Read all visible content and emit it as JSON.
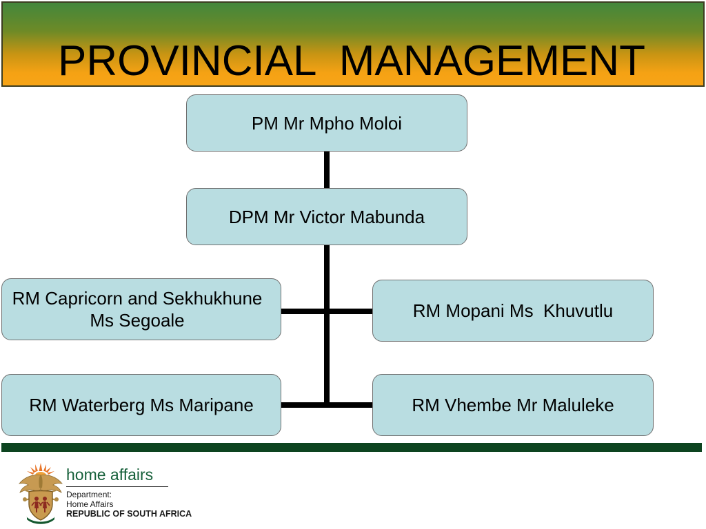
{
  "header": {
    "title": "PROVINCIAL  MANAGEMENT",
    "gradient_top_color": "#43873c",
    "gradient_bottom_color": "#f5a214",
    "border_color": "#3c3c20",
    "title_color": "#000000"
  },
  "chart": {
    "node_fill_color": "#b9dde1",
    "node_border_color": "#6f6f6f",
    "connector_color": "#000000",
    "nodes": [
      {
        "id": "pm",
        "label": "PM Mr Mpho Moloi",
        "level": 1
      },
      {
        "id": "dpm",
        "label": "DPM Mr Victor Mabunda",
        "level": 2
      },
      {
        "id": "capricorn",
        "label": "RM Capricorn and Sekhukhune\nMs Segoale",
        "level": 3
      },
      {
        "id": "mopani",
        "label": "RM Mopani Ms  Khuvutlu",
        "level": 3
      },
      {
        "id": "waterberg",
        "label": "RM Waterberg Ms Maripane",
        "level": 4
      },
      {
        "id": "vhembe",
        "label": "RM Vhembe Mr Maluleke",
        "level": 4
      }
    ]
  },
  "footer": {
    "rule_color": "#0d4420",
    "brand": "home affairs",
    "brand_color": "#16603a",
    "department_label": "Department:",
    "department_name": "Home Affairs",
    "country": "REPUBLIC OF SOUTH AFRICA",
    "logo_name": "south-african-coat-of-arms"
  }
}
